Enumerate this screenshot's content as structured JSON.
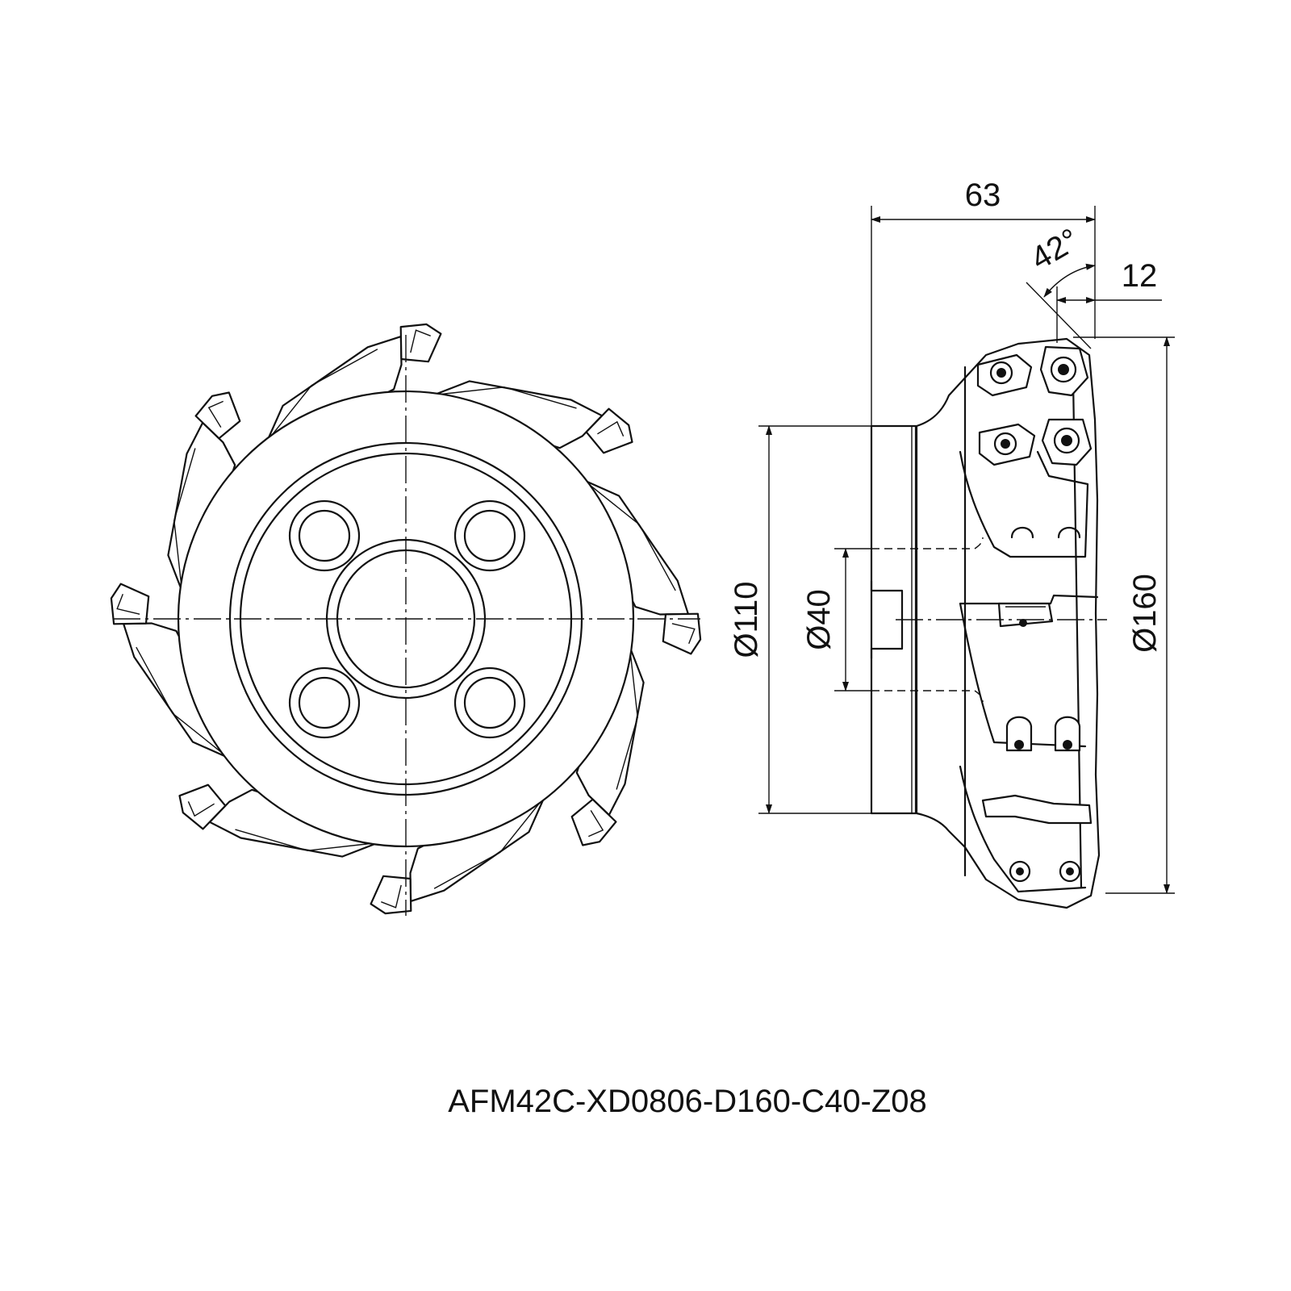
{
  "drawing": {
    "part_number": "AFM42C-XD0806-D160-C40-Z08",
    "dimensions": {
      "length": "63",
      "lead_angle": "42°",
      "insert_height": "12",
      "cutter_diameter": "Ø160",
      "body_diameter": "Ø110",
      "bore_diameter": "Ø40"
    },
    "front_view": {
      "insert_count": 8,
      "mounting_hole_count": 4
    }
  }
}
